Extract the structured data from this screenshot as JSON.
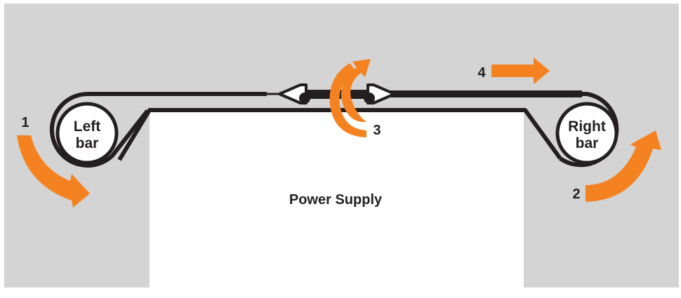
{
  "diagram": {
    "left_bar": {
      "line1": "Left",
      "line2": "bar"
    },
    "right_bar": {
      "line1": "Right",
      "line2": "bar"
    },
    "power_supply": "Power Supply",
    "steps": [
      "1",
      "2",
      "3",
      "4"
    ],
    "colors": {
      "background": "#d4d4d4",
      "arrow": "#f58220",
      "belt": "#231f20",
      "fill": "#ffffff"
    }
  }
}
